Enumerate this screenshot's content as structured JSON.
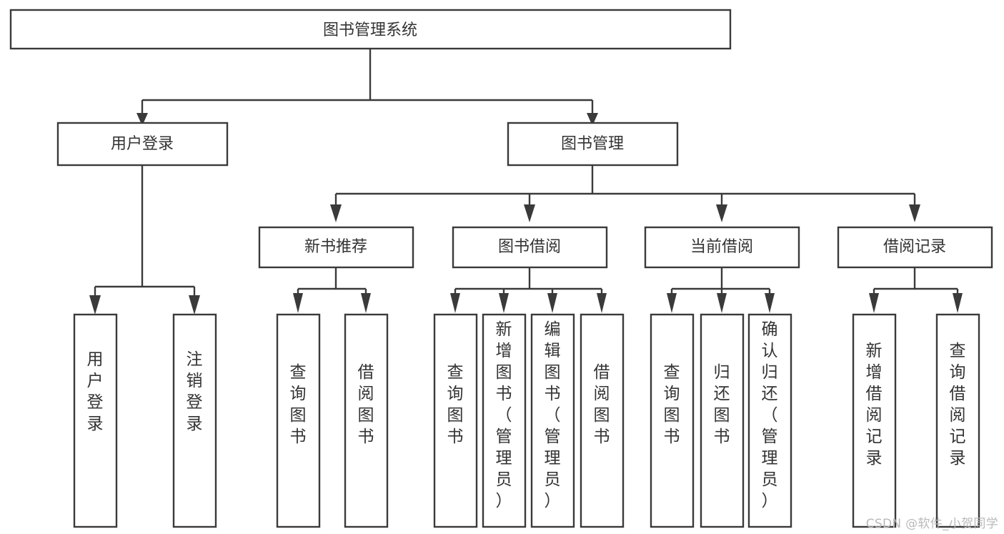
{
  "diagram": {
    "title": "图书管理系统",
    "type": "functional-structure-tree",
    "style": {
      "box_fill": "#ffffff",
      "box_stroke": "#3a3a3a",
      "connector_color": "#3a3a3a",
      "text_color": "#333333",
      "background": "#ffffff",
      "watermark_color": "#b9b9b9"
    },
    "root": {
      "label": "图书管理系统"
    },
    "level2": [
      {
        "label": "用户登录"
      },
      {
        "label": "图书管理"
      }
    ],
    "level3": [
      {
        "label": "新书推荐"
      },
      {
        "label": "图书借阅"
      },
      {
        "label": "当前借阅"
      },
      {
        "label": "借阅记录"
      }
    ],
    "leaves": {
      "user_login": [
        {
          "label": "用户登录"
        },
        {
          "label": "注销登录"
        }
      ],
      "new_book_recommend": [
        {
          "label": "查询图书"
        },
        {
          "label": "借阅图书"
        }
      ],
      "book_borrow": [
        {
          "label": "查询图书"
        },
        {
          "label": "新增图书（管理员）"
        },
        {
          "label": "编辑图书（管理员）"
        },
        {
          "label": "借阅图书"
        }
      ],
      "current_borrow": [
        {
          "label": "查询图书"
        },
        {
          "label": "归还图书"
        },
        {
          "label": "确认归还（管理员）"
        }
      ],
      "borrow_record": [
        {
          "label": "新增借阅记录"
        },
        {
          "label": "查询借阅记录"
        }
      ]
    }
  },
  "watermark": {
    "text": "CSDN @软件_小贺同学"
  }
}
